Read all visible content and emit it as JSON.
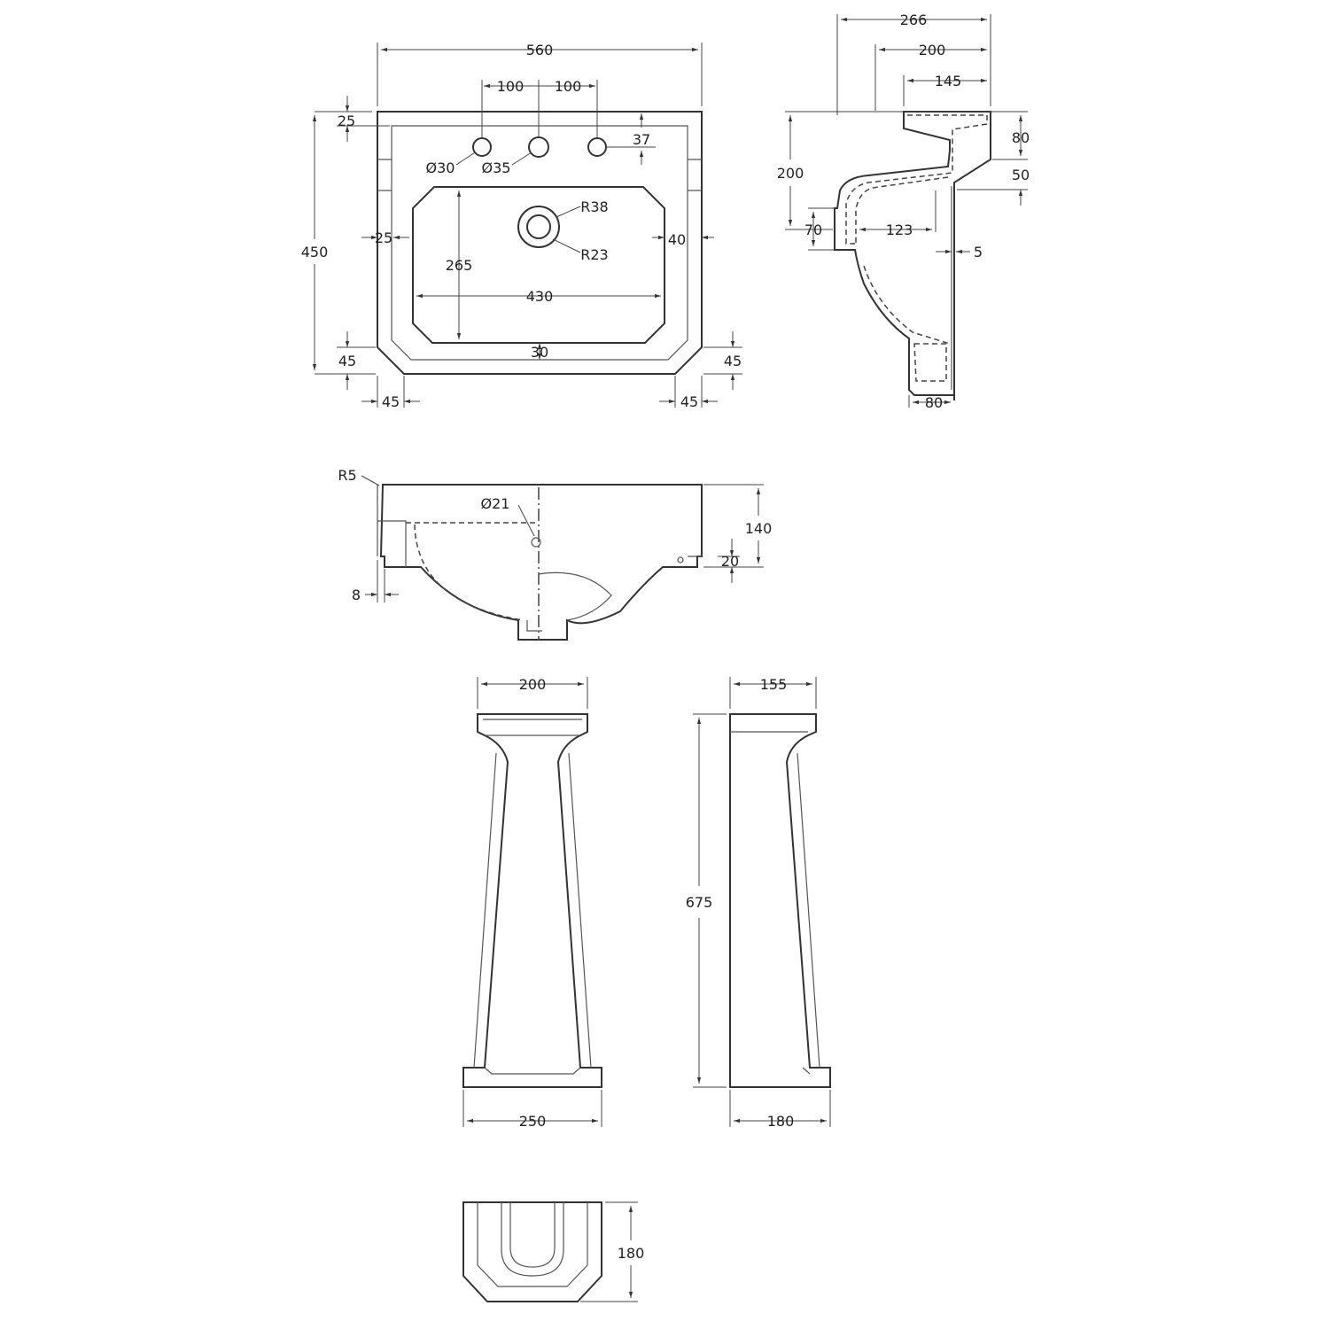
{
  "top_view": {
    "width": "560",
    "tap_spacing_left": "100",
    "tap_spacing_right": "100",
    "rim_top": "25",
    "tap_offset": "37",
    "hole_small": "Ø30",
    "hole_large": "Ø35",
    "waste_outer": "R38",
    "waste_inner": "R23",
    "depth": "450",
    "rim_left": "25",
    "rim_right": "40",
    "bowl_depth": "265",
    "bowl_width": "430",
    "rim_front": "30",
    "chamfer_left_v": "45",
    "chamfer_right_v": "45",
    "chamfer_left_h": "45",
    "chamfer_right_h": "45"
  },
  "side_view": {
    "overall": "266",
    "inner": "200",
    "top_width": "145",
    "height": "200",
    "top_thickness": "80",
    "step": "50",
    "outlet": "70",
    "outlet_depth": "123",
    "wall": "5",
    "base": "80"
  },
  "front_view": {
    "radius": "R5",
    "overflow": "Ø21",
    "height": "140",
    "foot": "20",
    "overhang": "8"
  },
  "pedestal": {
    "top_width": "200",
    "top_depth": "155",
    "height": "675",
    "base_width": "250",
    "base_depth": "180",
    "plan_depth": "180"
  }
}
